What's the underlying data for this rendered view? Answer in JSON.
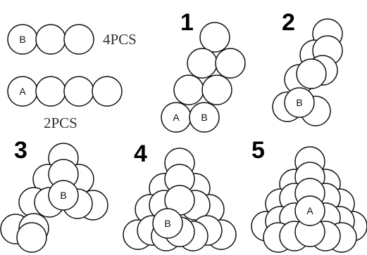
{
  "parts": {
    "b_label": "B",
    "b_quantity": "4PCS",
    "a_label": "A",
    "a_quantity": "2PCS"
  },
  "steps": [
    {
      "number": "1",
      "labels": [
        "A",
        "B"
      ]
    },
    {
      "number": "2",
      "labels": [
        "B"
      ]
    },
    {
      "number": "3",
      "labels": [
        "B"
      ]
    },
    {
      "number": "4",
      "labels": [
        "B"
      ]
    },
    {
      "number": "5",
      "labels": [
        "A"
      ]
    }
  ]
}
